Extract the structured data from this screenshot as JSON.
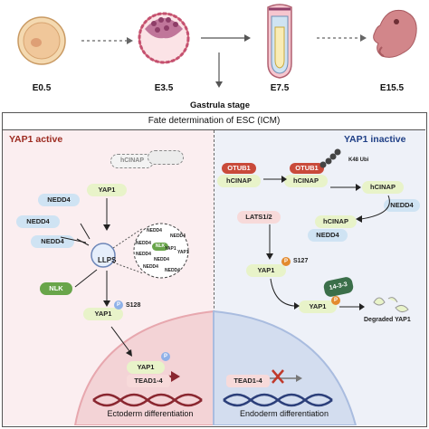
{
  "stages": [
    {
      "label": "E0.5"
    },
    {
      "label": "E3.5"
    },
    {
      "label": "E7.5"
    },
    {
      "label": "E15.5"
    }
  ],
  "gastrula_label": "Gastrula stage",
  "panel_title": "Fate determination of ESC (ICM)",
  "left": {
    "title": "YAP1 active",
    "hcinap_ghost": "hCINAP",
    "nedd4_a": "NEDD4",
    "nedd4_b": "NEDD4",
    "nedd4_c": "NEDD4",
    "yap1_top": "YAP1",
    "nlk": "NLK",
    "llps": "LLPS",
    "yap1_mid": "YAP1",
    "s128": "S128",
    "p_mark": "P",
    "yap1_nuc": "YAP1",
    "tead": "TEAD1-4",
    "bottom_label": "Ectoderm differentiation",
    "droplet_items": [
      "NEDD4",
      "NEDD4",
      "NEDD4",
      "NLK",
      "YAP1",
      "NEDD4",
      "NEDD4",
      "NEDD4",
      "NEDD4",
      "YAP1"
    ]
  },
  "right": {
    "title": "YAP1 inactive",
    "otub1_a": "OTUB1",
    "hcinap_a": "hCINAP",
    "otub1_b": "OTUB1",
    "hcinap_b": "hCINAP",
    "k48": "K48 Ubi",
    "hcinap_c": "hCINAP",
    "nedd4_r": "NEDD4",
    "hcinap_d": "hCINAP",
    "nedd4_d": "NEDD4",
    "lats": "LATS1/2",
    "yap1_r": "YAP1",
    "s127": "S127",
    "p_mark": "P",
    "protein_1433": "14-3-3",
    "yap1_bind": "YAP1",
    "degraded": "Degraded YAP1",
    "tead": "TEAD1-4",
    "bottom_label": "Endoderm differentiation"
  },
  "colors": {
    "left_title": "#9c2a1f",
    "right_title": "#1f3f86",
    "left_bg": "#fbeef0",
    "right_bg": "#eef1f8"
  }
}
